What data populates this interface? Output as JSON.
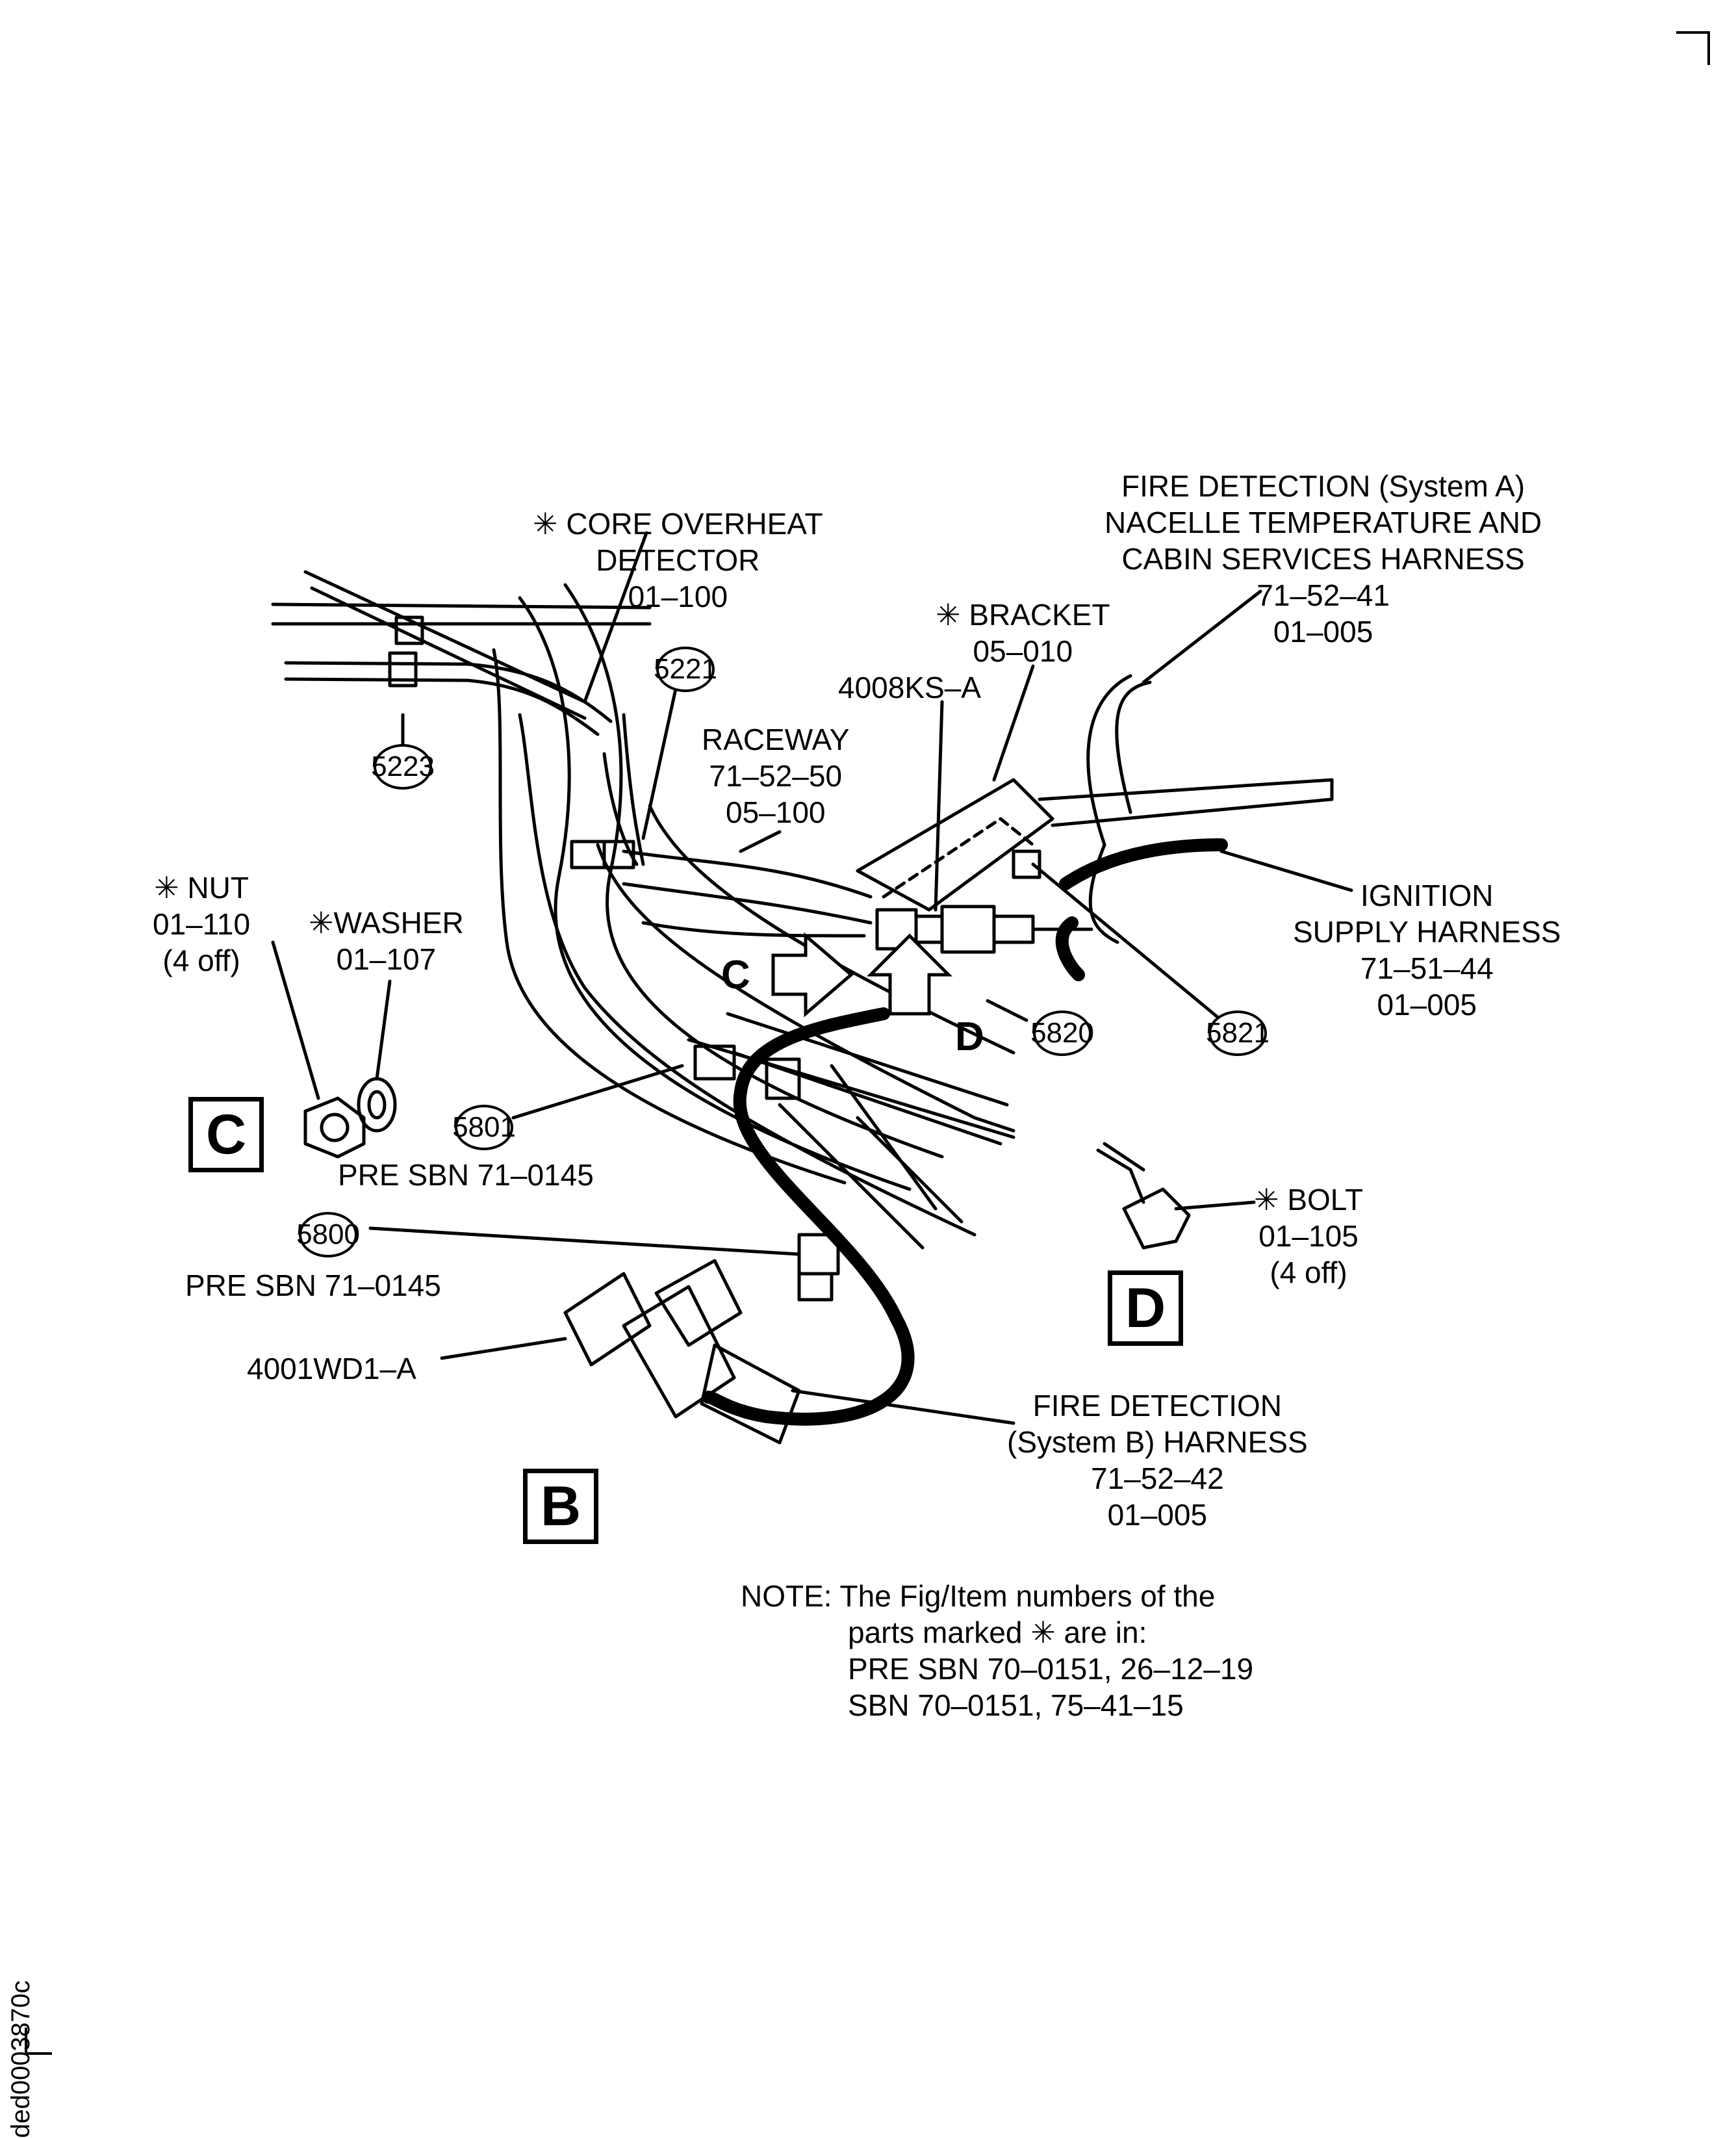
{
  "labels": {
    "core_overheat": [
      "✳ CORE OVERHEAT",
      "DETECTOR",
      "01–100"
    ],
    "fire_detection_a": [
      "FIRE DETECTION (System A)",
      "NACELLE TEMPERATURE AND",
      "CABIN SERVICES HARNESS",
      "71–52–41",
      "01–005"
    ],
    "bracket": [
      "✳ BRACKET",
      "05–010"
    ],
    "connector_4008": "4008KS–A",
    "raceway": [
      "RACEWAY",
      "71–52–50",
      "05–100"
    ],
    "ignition": [
      "IGNITION",
      "SUPPLY HARNESS",
      "71–51–44",
      "01–005"
    ],
    "nut": [
      "✳ NUT",
      "01–110",
      "(4 off)"
    ],
    "washer": [
      "✳WASHER",
      "01–107"
    ],
    "pre_sbn_1": "PRE SBN 71–0145",
    "pre_sbn_2": "PRE SBN 71–0145",
    "connector_4001": "4001WD1–A",
    "bolt": [
      "✳ BOLT",
      "01–105",
      "(4 off)"
    ],
    "fire_detection_b": [
      "FIRE DETECTION",
      "(System B) HARNESS",
      "71–52–42",
      "01–005"
    ],
    "note": [
      "NOTE: The Fig/Item numbers of the",
      "parts marked ✳ are in:",
      "PRE SBN 70–0151, 26–12–19",
      "SBN 70–0151, 75–41–15"
    ]
  },
  "callouts": {
    "c5223": "5223",
    "c5221": "5221",
    "c5801": "5801",
    "c5800": "5800",
    "c5820": "5820",
    "c5821": "5821"
  },
  "views": {
    "c": "C",
    "d": "D",
    "b": "B"
  },
  "arrows": {
    "c": "C",
    "d": "D"
  },
  "figure_ref": "ded0003870c"
}
